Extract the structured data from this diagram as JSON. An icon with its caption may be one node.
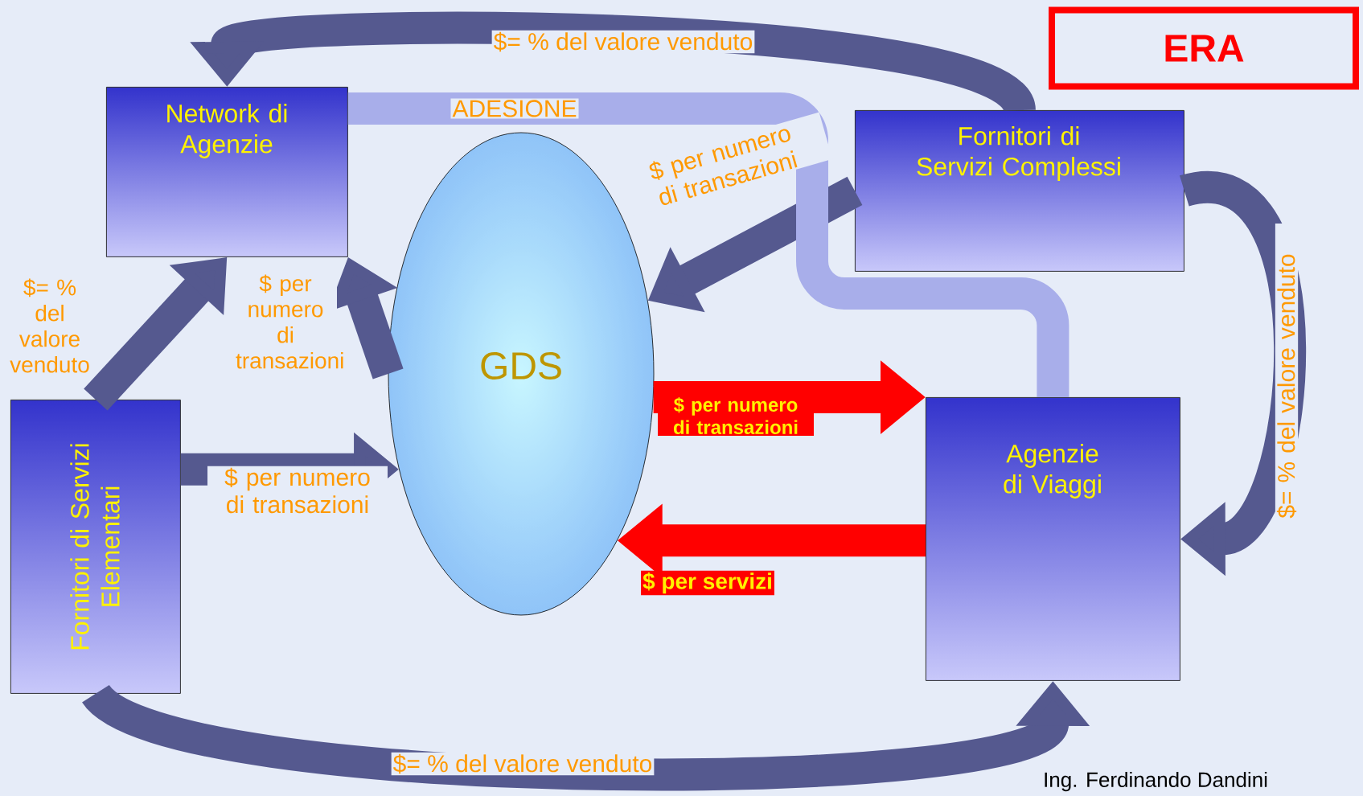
{
  "diagram": {
    "nodes": [
      {
        "text": [
          "Network di Agenzie"
        ]
      },
      {
        "text": [
          "Fornitori di Servizi Complessi"
        ]
      },
      {
        "text": [
          "GDS"
        ]
      },
      {
        "text": [
          "Fornitori di Servizi Elementari"
        ]
      },
      {
        "text": [
          "Agenzie di Viaggi"
        ]
      },
      {
        "text": [
          "ERA"
        ]
      }
    ],
    "edges": [
      {
        "from": 1,
        "to": 0,
        "arrow": "to",
        "label": "$= % del valore venduto"
      },
      {
        "from": 3,
        "to": 0,
        "arrow": "to",
        "label": "$= % del valore venduto"
      },
      {
        "from": 2,
        "to": 0,
        "arrow": "to",
        "label": "$ per numero di transazioni"
      },
      {
        "from": 1,
        "to": 2,
        "arrow": "to",
        "label": "$ per numero di transazioni"
      },
      {
        "from": 0,
        "to": 4,
        "arrow": "none",
        "label": "ADESIONE",
        "color": "#a8aeea"
      },
      {
        "from": 2,
        "to": 4,
        "arrow": "to",
        "label": "$ per numero di transazioni",
        "color": "#ff0000"
      },
      {
        "from": 4,
        "to": 2,
        "arrow": "to",
        "label": "$ per servizi",
        "color": "#ff0000"
      },
      {
        "from": 3,
        "to": 2,
        "arrow": "to",
        "label": "$ per numero di transazioni"
      },
      {
        "from": 3,
        "to": 4,
        "arrow": "to",
        "label": "$= % del valore venduto"
      },
      {
        "from": 1,
        "to": 4,
        "arrow": "to",
        "label": "$= % del valore venduto"
      }
    ],
    "labels": [
      "Ing. Ferdinando Dandini"
    ]
  }
}
